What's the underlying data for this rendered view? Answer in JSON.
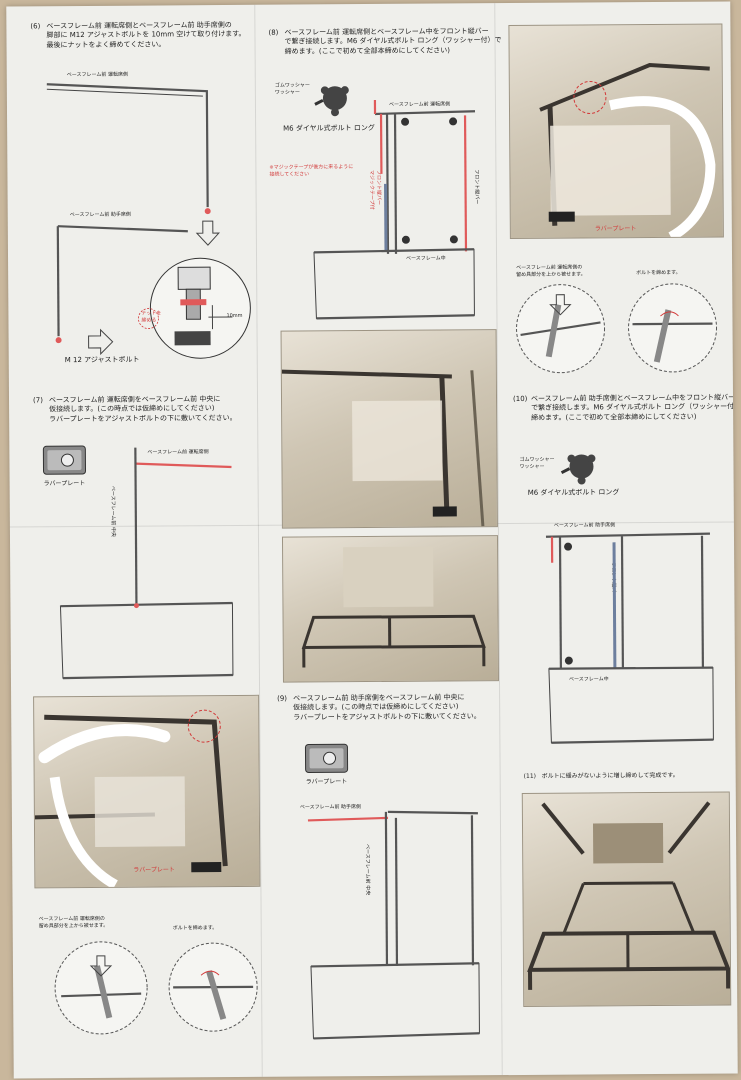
{
  "colors": {
    "paper": "#efefeb",
    "frame": "#555555",
    "accent_red": "#d23a3a",
    "frame_red": "#e05a5a"
  },
  "steps": {
    "s6": {
      "num": "(6)",
      "text": "ベースフレーム前 運転席側とベースフレーム前 助手席側の\n脚部に M12 アジャストボルトを 10mm 空けて取り付けます。\n最後にナットをよく締めてください。",
      "label_driver": "ベースフレーム前 運転席側",
      "label_passenger": "ベースフレーム前 助手席側",
      "callout_nut": "ナットを\n締める",
      "callout_gap": "10mm",
      "label_bolt": "M 12 アジャストボルト"
    },
    "s7": {
      "num": "(7)",
      "text": "ベースフレーム前 運転席側をベースフレーム前 中央に\n仮接続します。(この時点では仮締めにしてください)\nラバープレートをアジャストボルトの下に敷いてください。",
      "rubber": "ラバープレート",
      "label_driver": "ベースフレーム前 運転席側",
      "label_center": "ベースフレーム前 中央"
    },
    "s7photo": {
      "rubber": "ラバープレート",
      "note_left": "ベースフレーム前 運転席側の\n留め具部分を上から被せます。",
      "note_right": "ボルトを締めます。"
    },
    "s8": {
      "num": "(8)",
      "text": "ベースフレーム前 運転席側とベースフレーム中をフロント縦バー\nで繋ぎ接続します。M6 ダイヤル式ボルト ロング（ワッシャー付）で\n締めます。(ここで初めて全部本締めにしてください)",
      "washer": "ゴムワッシャー\nワッシャー",
      "bolt_label": "M6 ダイヤル式ボルト ロング",
      "label_driver": "ベースフレーム前 運転席側",
      "tape_note": "※マジックテープが後方に来るように\n接続してください",
      "tape_bar": "フロント縦バー\nマジックテープ付",
      "front_bar": "フロント縦バー",
      "base_mid": "ベースフレーム中"
    },
    "s9": {
      "num": "(9)",
      "text": "ベースフレーム前 助手席側をベースフレーム前 中央に\n仮接続します。(この時点では仮締めにしてください)\nラバープレートをアジャストボルトの下に敷いてください。",
      "rubber": "ラバープレート",
      "label_passenger": "ベースフレーム前 助手席側",
      "label_center": "ベースフレーム前 中央"
    },
    "s9photo": {
      "rubber": "ラバープレート",
      "note_left": "ベースフレーム前 運転席側の\n留め具部分を上から被せます。",
      "note_right": "ボルトを締めます。"
    },
    "s10": {
      "num": "(10)",
      "text": "ベースフレーム前 助手席側とベースフレーム中をフロント縦バー\nで繋ぎ接続します。M6 ダイヤル式ボルト ロング（ワッシャー付）で\n締めます。(ここで初めて全部本締めにしてください)",
      "washer": "ゴムワッシャー\nワッシャー",
      "bolt_label": "M6 ダイヤル式ボルト ロング",
      "label_passenger": "ベースフレーム前 助手席側",
      "front_bar": "フロント縦バー",
      "base_mid": "ベースフレーム中"
    },
    "s11": {
      "num": "(11)",
      "text": "ボルトに緩みがないように増し締めして完成です。"
    }
  }
}
